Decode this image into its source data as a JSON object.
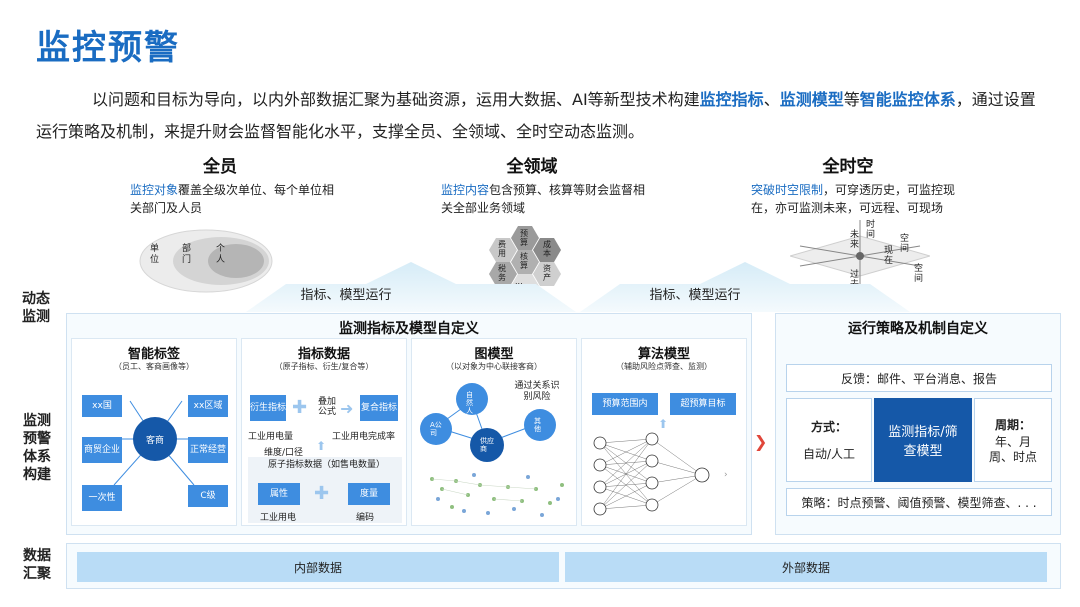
{
  "title": "监控预警",
  "intro": {
    "p1": "以问题和目标为导向，以内外部数据汇聚为基础资源，运用大数据、AI等新型技术构建",
    "h1": "监控指标",
    "p2": "、",
    "h2": "监测模型",
    "p3": "等",
    "h3": "智能监控体系",
    "p4": "，通过设置运行策略及机制，来提升财会监督智能化水平，支撑全员、全领域、全时空动态监测。"
  },
  "dimensions": [
    {
      "head": "全员",
      "hl": "监控对象",
      "desc": "覆盖全级次单位、每个单位相关部门及人员"
    },
    {
      "head": "全领域",
      "hl": "监控内容",
      "desc": "包含预算、核算等财会监督相关全部业务领域"
    },
    {
      "head": "全时空",
      "hl": "突破时空限制",
      "desc": "，可穿透历史，可监控现在，亦可监测未来，可远程、可现场"
    }
  ],
  "venn": {
    "outer": "单位",
    "middle": "部门",
    "inner": "个人"
  },
  "hexes": [
    "预算",
    "费用",
    "成本",
    "核算",
    "税务",
    "资产",
    "..."
  ],
  "spacetime": {
    "future": "未来",
    "time": "时间",
    "past": "过去",
    "space": "空间",
    "now": "现在"
  },
  "arrow_label": "指标、模型运行",
  "side_labels": {
    "dynamic": "动态监测",
    "system": "监测预警体系构建",
    "data": "数据汇聚"
  },
  "left_panel": {
    "title": "监测指标及模型自定义",
    "cards": [
      {
        "title": "智能标签",
        "sub": "（员工、客商画像等）",
        "center": "客商",
        "tags": [
          "xx国",
          "xx区域",
          "商贸企业",
          "正常经营",
          "一次性",
          "C级"
        ]
      },
      {
        "title": "指标数据",
        "sub": "（原子指标、衍生/复合等）",
        "derived": "衍生指标",
        "compound": "复合指标",
        "overlay": "叠加公式",
        "elec": "工业用电量",
        "elec_rate": "工业用电完成率",
        "dim": "维度/口径",
        "atomic": "原子指标数据（如售电数量）",
        "attr": "属性",
        "measure": "度量",
        "ind_elec": "工业用电",
        "code": "编码"
      },
      {
        "title": "图模型",
        "sub": "（以对象为中心联接客商）",
        "natural": "自然人",
        "a_company": "A公司",
        "supplier": "供应商",
        "other": "其他",
        "relation": "通过关系识别风险"
      },
      {
        "title": "算法模型",
        "sub": "（辅助风险点筛查、监测）",
        "btn1": "预算范围内",
        "btn2": "超预算目标"
      }
    ]
  },
  "right_panel": {
    "title": "运行策略及机制自定义",
    "feedback": "反馈：邮件、平台消息、报告",
    "method_label": "方式：",
    "method_value": "自动/人工",
    "center": "监测指标/筛查模型",
    "cycle_label": "周期：",
    "cycle_value": "年、月周、时点",
    "strategy": "策略：时点预警、阈值预警、模型筛查、. . ."
  },
  "data_bars": {
    "internal": "内部数据",
    "external": "外部数据"
  },
  "colors": {
    "accent": "#1a6cc2",
    "box": "#3e8de0",
    "dark": "#1558a8"
  }
}
